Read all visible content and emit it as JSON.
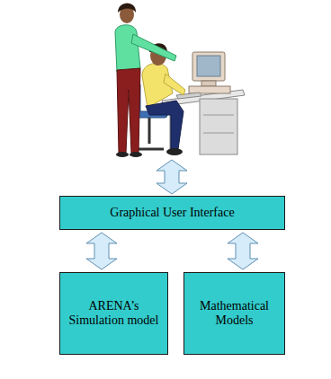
{
  "diagram": {
    "nodes": [
      {
        "text": [
          "Graphical User Interface"
        ]
      },
      {
        "text": [
          "ARENA’s Simulation model"
        ]
      },
      {
        "text": [
          "Mathematical Models"
        ]
      }
    ],
    "edges": [
      {
        "from": 0,
        "to": 1,
        "arrow": "both"
      },
      {
        "from": 0,
        "to": 2,
        "arrow": "both"
      }
    ]
  }
}
